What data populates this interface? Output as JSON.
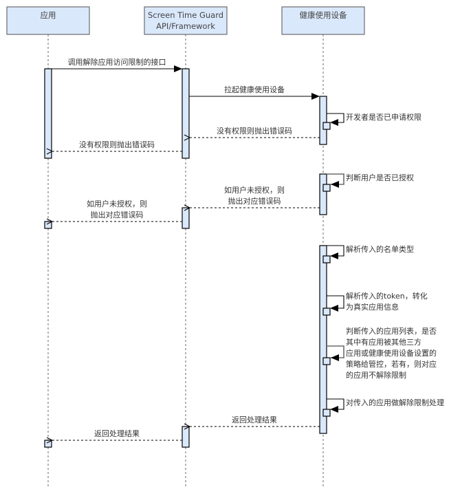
{
  "colors": {
    "participant_fill": "#dae8fc",
    "participant_stroke": "#6c6c6c",
    "activation_fill": "#dae8fc",
    "line": "#000000"
  },
  "participants": [
    {
      "id": "app",
      "lines": [
        "应用"
      ]
    },
    {
      "id": "framework",
      "lines": [
        "Screen Time Guard",
        "API/Framework"
      ]
    },
    {
      "id": "device",
      "lines": [
        "健康使用设备"
      ]
    }
  ],
  "messages": [
    {
      "type": "sync",
      "from": "app",
      "to": "framework",
      "lines": [
        "调用解除应用访问限制的接口"
      ]
    },
    {
      "type": "sync",
      "from": "framework",
      "to": "device",
      "lines": [
        "拉起健康使用设备"
      ]
    },
    {
      "type": "self",
      "on": "device",
      "lines": [
        "开发者是否已申请权限"
      ]
    },
    {
      "type": "return",
      "from": "device",
      "to": "framework",
      "lines": [
        "没有权限则抛出错误码"
      ]
    },
    {
      "type": "return",
      "from": "framework",
      "to": "app",
      "lines": [
        "没有权限则抛出错误码"
      ]
    },
    {
      "type": "self",
      "on": "device",
      "lines": [
        "判断用户是否已授权"
      ]
    },
    {
      "type": "return",
      "from": "device",
      "to": "framework",
      "lines": [
        "如用户未授权，则",
        "抛出对应错误码"
      ]
    },
    {
      "type": "return",
      "from": "framework",
      "to": "app",
      "lines": [
        "如用户未授权，则",
        "抛出对应错误码"
      ]
    },
    {
      "type": "self",
      "on": "device",
      "lines": [
        "解析传入的名单类型"
      ]
    },
    {
      "type": "self",
      "on": "device",
      "lines": [
        "解析传入的token，转化",
        "为真实应用信息"
      ]
    },
    {
      "type": "self",
      "on": "device",
      "lines": [
        "判断传入的应用列表，是否",
        "其中有应用被其他三方",
        "应用或健康使用设备设置的",
        "策略给管控，若有，则对应",
        "的应用不解除限制"
      ]
    },
    {
      "type": "self",
      "on": "device",
      "lines": [
        "对传入的应用做解除限制处理"
      ]
    },
    {
      "type": "return",
      "from": "device",
      "to": "framework",
      "lines": [
        "返回处理结果"
      ]
    },
    {
      "type": "return",
      "from": "framework",
      "to": "app",
      "lines": [
        "返回处理结果"
      ]
    }
  ]
}
